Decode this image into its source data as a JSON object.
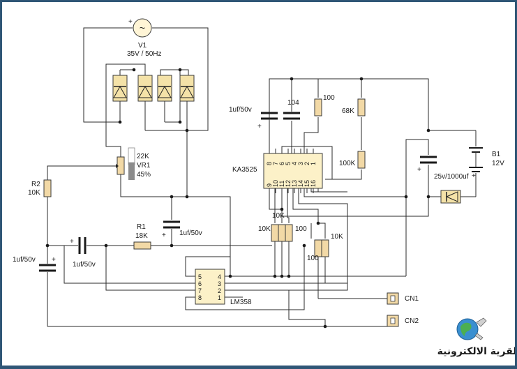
{
  "source": {
    "name": "V1",
    "spec": "35V / 50Hz",
    "polarity": "+",
    "symbol": "~"
  },
  "pot": {
    "name": "VR1",
    "value": "22K",
    "setting": "45%"
  },
  "resistors": {
    "r1": {
      "name": "R1",
      "value": "18K"
    },
    "r2": {
      "name": "R2",
      "value": "10K"
    },
    "top_100": "100",
    "r68k": "68K",
    "r100k": "100K",
    "mid_10k_a": "10K",
    "mid_10k_b": "10K",
    "mid_100_a": "100",
    "mid_10k_c": "10K",
    "mid_100_b": "100"
  },
  "capacitors": {
    "c_top": "1uf/50v",
    "c_104": "104",
    "c_mid": "1uf/50v",
    "c_series": "1uf/50v",
    "c_left": "1uf/50v",
    "c_big": "25v/1000uf"
  },
  "battery": {
    "name": "B1",
    "voltage": "12V"
  },
  "ic_pwm": {
    "name": "KA3525",
    "top_pins": [
      "8",
      "7",
      "6",
      "5",
      "4",
      "3",
      "2",
      "1"
    ],
    "bottom_pins": [
      "9",
      "10",
      "11",
      "12",
      "13",
      "14",
      "15",
      "16"
    ]
  },
  "ic_opamp": {
    "name": "LM358",
    "left_pins": [
      "5",
      "6",
      "7",
      "8"
    ],
    "right_pins": [
      "4",
      "3",
      "2",
      "1"
    ]
  },
  "connectors": {
    "cn1": "CN1",
    "cn2": "CN2"
  },
  "polarity_marks": {
    "plus": "+"
  },
  "logo": {
    "text": "القرية الالكترونية"
  },
  "colors": {
    "background": "#ffffff",
    "frame": "#2f5676",
    "component_fill": "#f2d9a6",
    "ic_fill": "#fcf1c8"
  }
}
